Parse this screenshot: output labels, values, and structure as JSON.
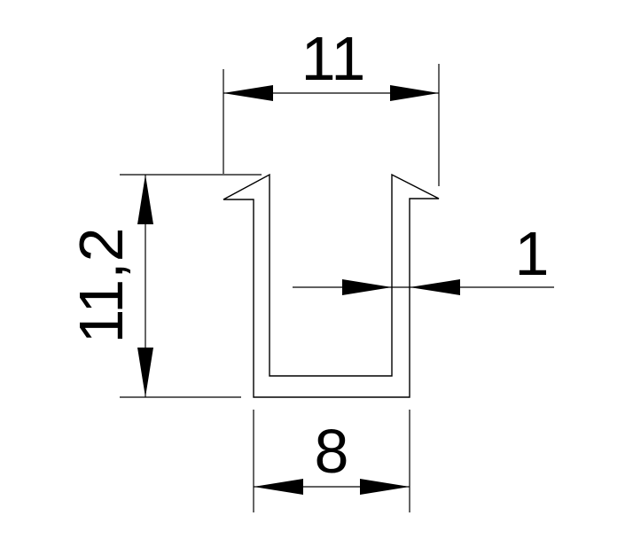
{
  "drawing": {
    "line_color": "#000000",
    "background": "#ffffff",
    "dimensions": {
      "top_width": "11",
      "height": "11,2",
      "wall_thickness": "1",
      "bottom_width": "8"
    }
  }
}
